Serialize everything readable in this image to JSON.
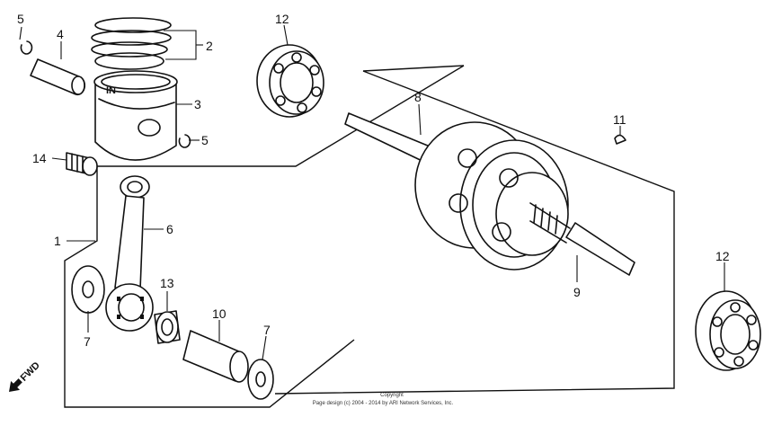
{
  "callouts": {
    "n1": "1",
    "n2": "2",
    "n3": "3",
    "n4": "4",
    "n5a": "5",
    "n5b": "5",
    "n6": "6",
    "n7a": "7",
    "n7b": "7",
    "n8": "8",
    "n9": "9",
    "n10": "10",
    "n11": "11",
    "n12a": "12",
    "n12b": "12",
    "n13": "13",
    "n14": "14"
  },
  "direction_label": "FWD",
  "copyright": {
    "line1": "Copyright",
    "line2": "Page design (c) 2004 - 2014 by ARI Network Services, Inc."
  }
}
